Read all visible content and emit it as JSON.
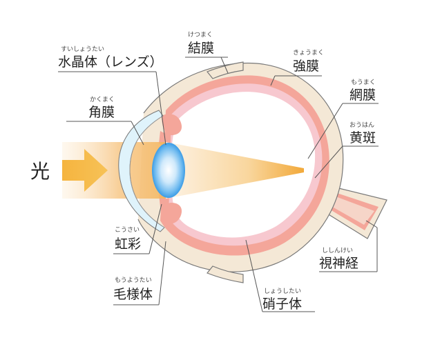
{
  "colors": {
    "sclera": "#f4e8d6",
    "retina_band": "#f4a69a",
    "inner_pink": "#f7c8cf",
    "lens_blue": "#3b9ce6",
    "light_orange": "#f2a93a",
    "cornea": "#dff3fb",
    "nerve": "#f6d5c8"
  },
  "light": {
    "label": "光"
  },
  "labels": {
    "suisho": {
      "ruby": "すいしょうたい",
      "main": "水晶体（レンズ）"
    },
    "kakumaku": {
      "ruby": "かくまく",
      "main": "角膜"
    },
    "kosai": {
      "ruby": "こうさい",
      "main": "虹彩"
    },
    "moyotai": {
      "ruby": "もうようたい",
      "main": "毛様体"
    },
    "ketsumaku": {
      "ruby": "けつまく",
      "main": "結膜"
    },
    "kyomaku": {
      "ruby": "きょうまく",
      "main": "強膜"
    },
    "momaku": {
      "ruby": "もうまく",
      "main": "網膜"
    },
    "ohan": {
      "ruby": "おうはん",
      "main": "黄斑"
    },
    "shishinkei": {
      "ruby": "ししんけい",
      "main": "視神経"
    },
    "shoshitai": {
      "ruby": "しょうしたい",
      "main": "硝子体"
    }
  }
}
